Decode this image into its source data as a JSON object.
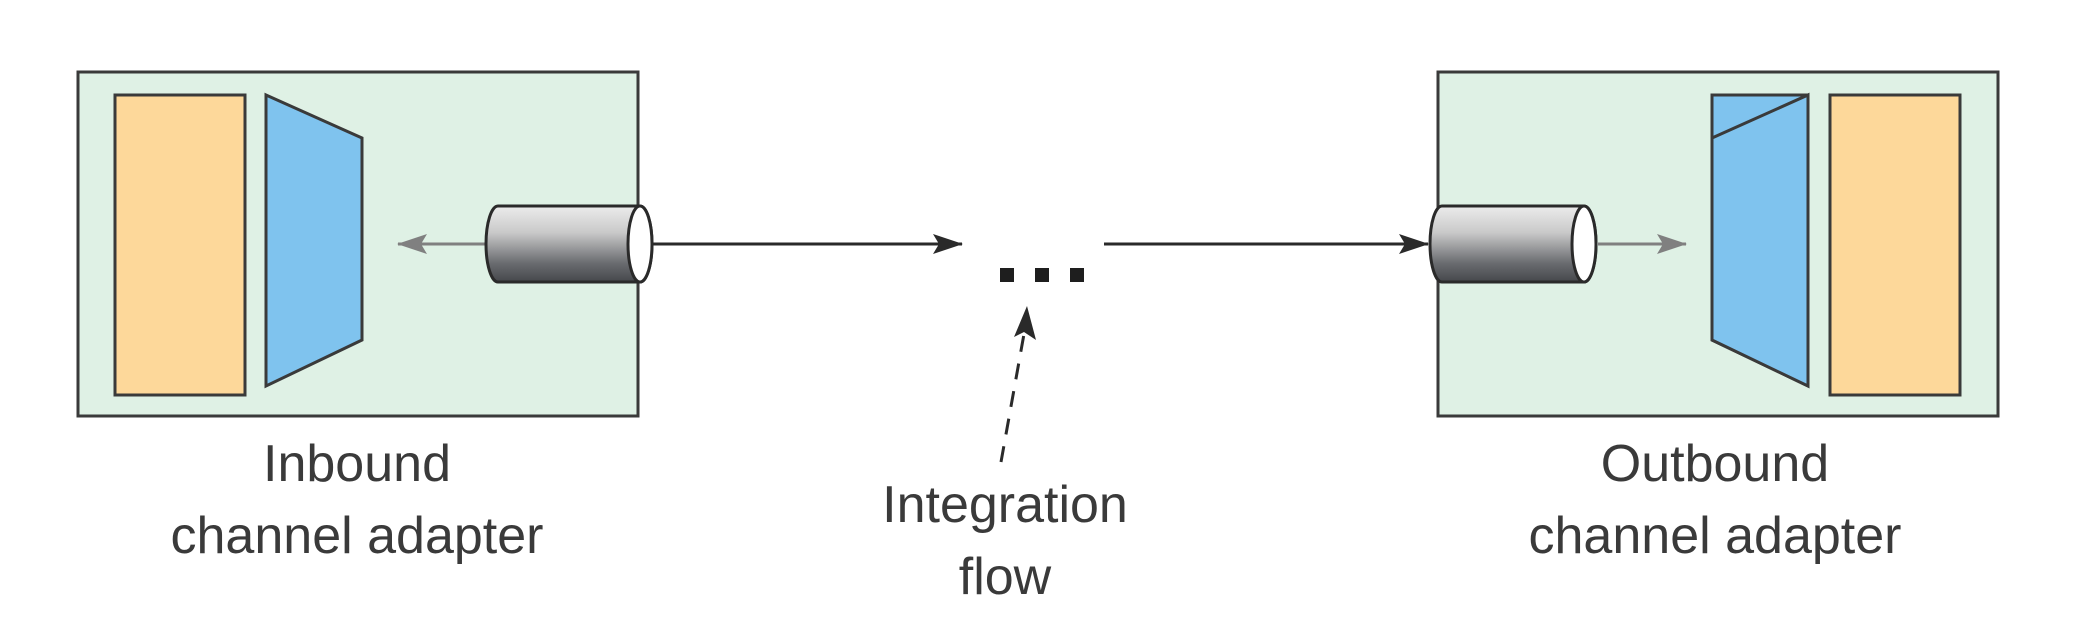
{
  "labels": {
    "inbound": [
      "Inbound",
      "channel adapter"
    ],
    "flow": [
      "Integration",
      "flow"
    ],
    "outbound": [
      "Outbound",
      "channel adapter"
    ],
    "ellipsis": "..."
  },
  "colors": {
    "adapter_box_fill": "#dff1e5",
    "adapter_box_stroke": "#3a3a3a",
    "application_fill": "#fdd89a",
    "transformer_fill": "#7fc3ee",
    "channel_fill_light": "#e8e8e8",
    "channel_fill_dark": "#4a4c50",
    "arrow_color": "#2a2a2a",
    "inner_arrow_color": "#808080"
  }
}
